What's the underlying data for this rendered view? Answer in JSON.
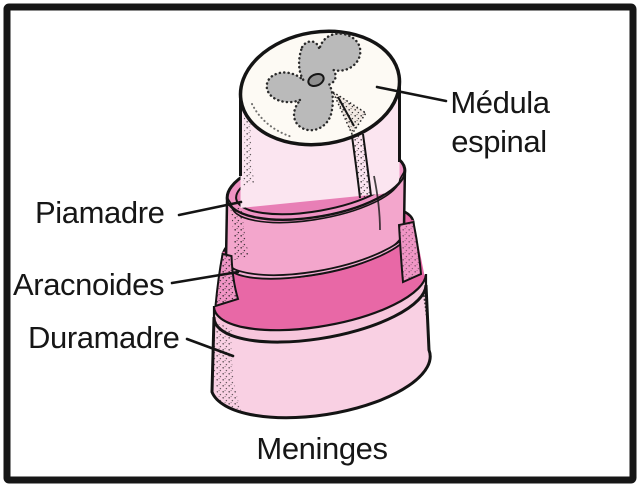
{
  "figure": {
    "labels": {
      "medula_line1": "Médula",
      "medula_line2": "espinal",
      "piamadre": "Piamadre",
      "aracnoides": "Aracnoides",
      "duramadre": "Duramadre",
      "meninges": "Meninges"
    },
    "colors": {
      "outline": "#161616",
      "background": "#ffffff",
      "cord_top": "#fdfaf4",
      "gray_matter": "#bababa",
      "canal": "#8f8f8f",
      "cord_body": "#fbe5f0",
      "pia_face": "#f3a6cc",
      "pia_collar": "#ef93c4",
      "pia_inner": "#e87fb6",
      "arachnoid": "#e868a6",
      "arachnoid_edge": "#f4aed4",
      "arachnoid_wall": "#f095c5",
      "dura_edge": "#f7c6dc",
      "dura_face": "#f9d0e3"
    }
  }
}
